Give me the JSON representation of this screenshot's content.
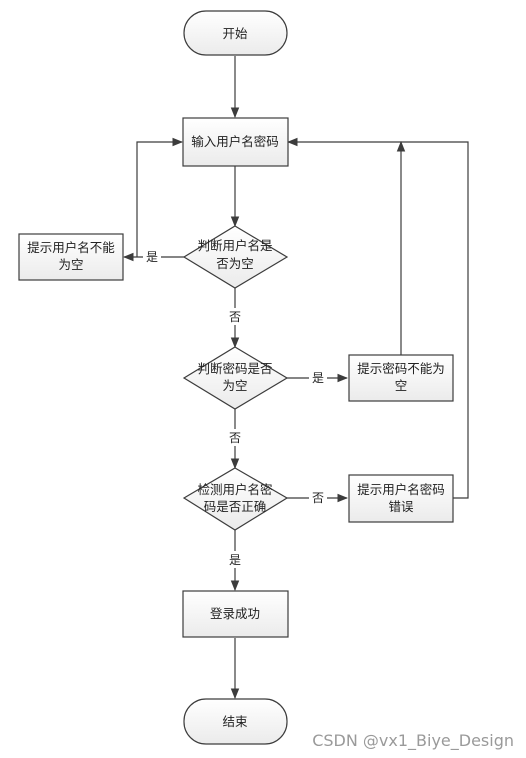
{
  "nodes": {
    "start": "开始",
    "input": "输入用户名密码",
    "check_user": [
      "判断用户名是",
      "否为空"
    ],
    "warn_user": [
      "提示用户名不能",
      "为空"
    ],
    "check_pwd": [
      "判断密码是否",
      "为空"
    ],
    "warn_pwd": [
      "提示密码不能为",
      "空"
    ],
    "verify": [
      "检测用户名密",
      "码是否正确"
    ],
    "warn_wrong": [
      "提示用户名密码",
      "错误"
    ],
    "success": "登录成功",
    "end": "结束"
  },
  "edges": {
    "user_yes": "是",
    "user_no": "否",
    "pwd_yes": "是",
    "pwd_no": "否",
    "verify_no": "否",
    "verify_yes": "是"
  },
  "watermark": "CSDN @vx1_Biye_Design",
  "colors": {
    "box_fill": "#f5f5f5",
    "stroke": "#3c3c3c"
  }
}
